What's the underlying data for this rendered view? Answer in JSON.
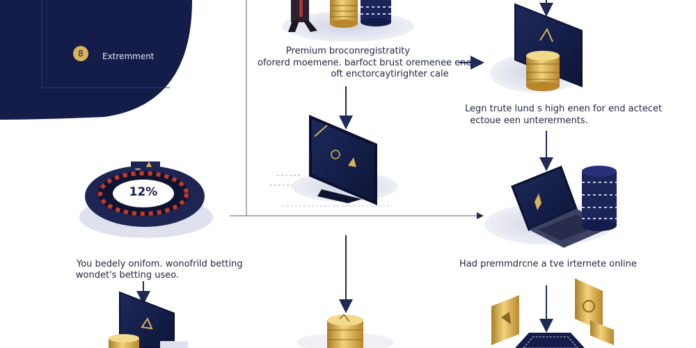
{
  "corner_panel": {
    "badge": "8",
    "label": "Extremment"
  },
  "roulette": {
    "percent": "12%"
  },
  "captions": {
    "top_center": [
      "Premium broconregistratity",
      "oforerd moemene. barfoct brust oremenee ene",
      "oft enctorcaytirighter cale"
    ],
    "right_upper": [
      "Legn trute lund s high enen for end actecet",
      "ectoue een untererments."
    ],
    "right_middle": [
      "Had premmdrcne a tve irternete online"
    ],
    "left_middle": [
      "You bedely onifom. wonofrild betting",
      "wondet's betting useo."
    ]
  },
  "colors": {
    "navy": "#141c4a",
    "gold": "#d9b45a",
    "platform": "#dfe2ee",
    "arrow": "#1f2a55"
  }
}
